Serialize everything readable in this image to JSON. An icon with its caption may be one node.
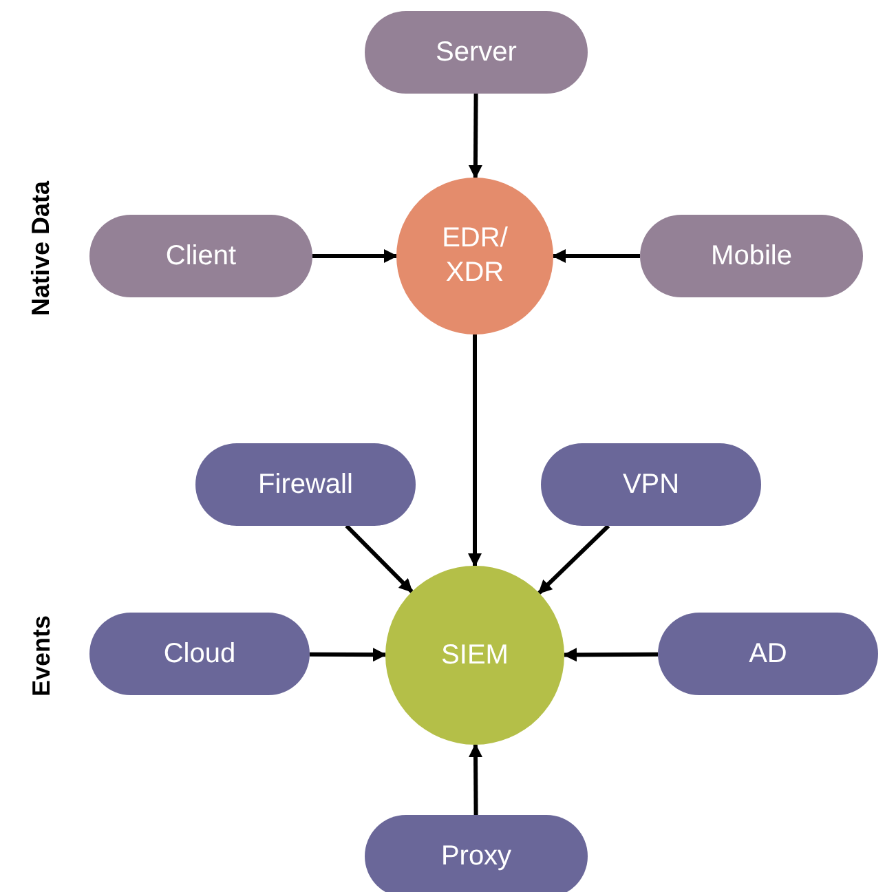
{
  "diagram": {
    "nodes": [
      {
        "text": [
          "Server"
        ]
      },
      {
        "text": [
          "Client"
        ]
      },
      {
        "text": [
          "EDR/ XDR"
        ]
      },
      {
        "text": [
          "Mobile"
        ]
      },
      {
        "text": [
          "Firewall"
        ]
      },
      {
        "text": [
          "VPN"
        ]
      },
      {
        "text": [
          "Cloud"
        ]
      },
      {
        "text": [
          "SIEM"
        ]
      },
      {
        "text": [
          "AD"
        ]
      },
      {
        "text": [
          "Proxy"
        ]
      }
    ],
    "edges": [
      {
        "from": 0,
        "to": 2,
        "arrow": "to"
      },
      {
        "from": 1,
        "to": 2,
        "arrow": "to"
      },
      {
        "from": 3,
        "to": 2,
        "arrow": "to"
      },
      {
        "from": 2,
        "to": 7,
        "arrow": "to"
      },
      {
        "from": 4,
        "to": 7,
        "arrow": "to"
      },
      {
        "from": 5,
        "to": 7,
        "arrow": "to"
      },
      {
        "from": 6,
        "to": 7,
        "arrow": "to"
      },
      {
        "from": 8,
        "to": 7,
        "arrow": "to"
      },
      {
        "from": 9,
        "to": 7,
        "arrow": "to"
      }
    ],
    "labels": [
      "Native Data",
      "Events"
    ]
  }
}
